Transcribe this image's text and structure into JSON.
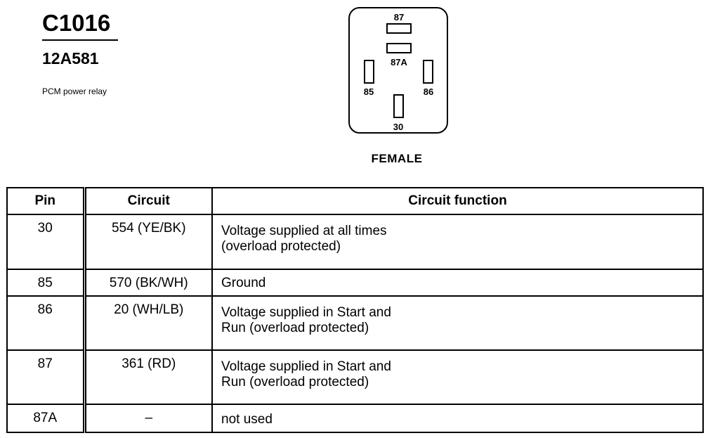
{
  "header": {
    "connector_code": "C1016",
    "part_number": "12A581",
    "description": "PCM power relay"
  },
  "connector": {
    "gender": "FEMALE",
    "pins": {
      "p87": "87",
      "p87a": "87A",
      "p85": "85",
      "p86": "86",
      "p30": "30"
    }
  },
  "table": {
    "headers": {
      "pin": "Pin",
      "circuit": "Circuit",
      "function": "Circuit function"
    },
    "rows": [
      {
        "pin": "30",
        "circuit": "554 (YE/BK)",
        "function_line1": "Voltage supplied at all times",
        "function_line2": "(overload protected)"
      },
      {
        "pin": "85",
        "circuit": "570 (BK/WH)",
        "function_line1": "Ground",
        "function_line2": ""
      },
      {
        "pin": "86",
        "circuit": "20 (WH/LB)",
        "function_line1": "Voltage supplied in Start and",
        "function_line2": "Run (overload protected)"
      },
      {
        "pin": "87",
        "circuit": "361 (RD)",
        "function_line1": "Voltage supplied in Start and",
        "function_line2": "Run (overload protected)"
      },
      {
        "pin": "87A",
        "circuit": "–",
        "function_line1": "not used",
        "function_line2": ""
      }
    ]
  }
}
